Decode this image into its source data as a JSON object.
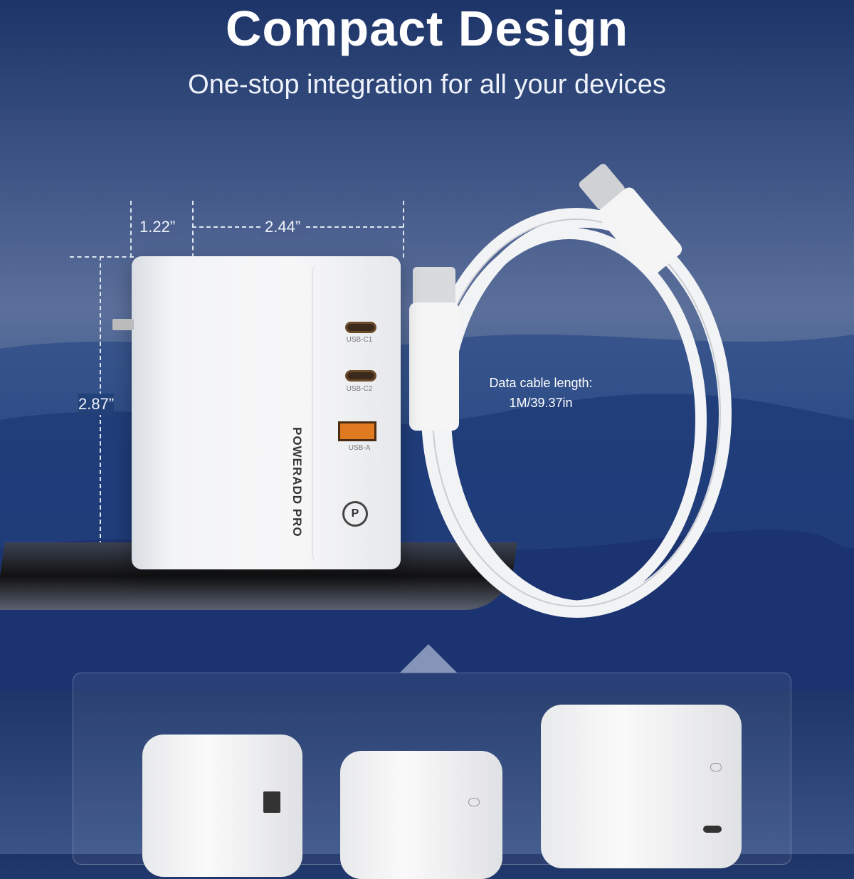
{
  "header": {
    "title": "Compact Design",
    "subtitle": "One-stop integration for all your devices"
  },
  "dimensions": {
    "depth": "1.22”",
    "width": "2.44”",
    "height": "2.87”"
  },
  "charger": {
    "ports": [
      "USB-C1",
      "USB-C2",
      "USB-A"
    ],
    "brand": "POWERADD PRO",
    "logo": "P"
  },
  "cable": {
    "label_line1": "Data cable length:",
    "label_line2": "1M/39.37in"
  },
  "colors": {
    "background": "#2a4a86",
    "port_accent": "#e07a20"
  }
}
